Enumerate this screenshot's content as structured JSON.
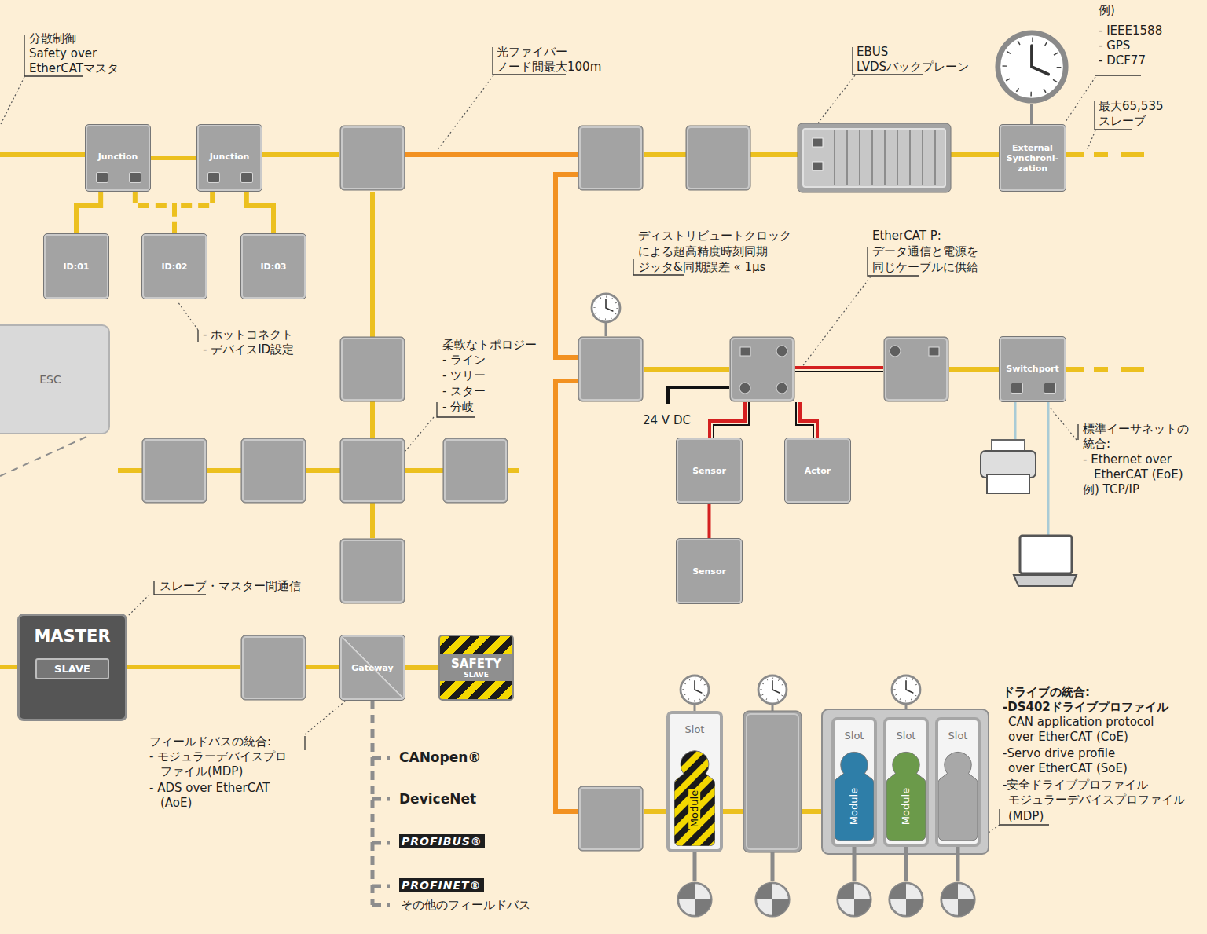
{
  "diagram": {
    "nodes": [
      {
        "text": [
          "Junction"
        ]
      },
      {
        "text": [
          "Junction"
        ]
      },
      {
        "text": [
          "External Synchroni- zation"
        ]
      },
      {
        "text": [
          "ID:01"
        ]
      },
      {
        "text": [
          "ID:02"
        ]
      },
      {
        "text": [
          "ID:03"
        ]
      },
      {
        "text": [
          "ESC"
        ]
      },
      {
        "text": [
          "Sensor"
        ]
      },
      {
        "text": [
          "Actor"
        ]
      },
      {
        "text": [
          "Switchport"
        ]
      },
      {
        "text": [
          "Sensor"
        ]
      },
      {
        "text": [
          "MASTER"
        ]
      },
      {
        "text": [
          "SLAVE"
        ],
        "in": 11
      },
      {
        "text": [
          "Gateway"
        ]
      },
      {
        "text": [
          "SAFETY",
          "SLAVE"
        ]
      },
      {
        "text": [
          "Slot"
        ]
      },
      {
        "text": [
          "Module"
        ],
        "in": 15
      },
      {
        "text": [
          "Slot"
        ]
      },
      {
        "text": [
          "Module"
        ],
        "in": 17
      },
      {
        "text": [
          "Slot"
        ]
      },
      {
        "text": [
          "Module"
        ],
        "in": 19
      },
      {
        "text": [
          "Slot"
        ]
      }
    ],
    "edges": [
      {
        "from": 0,
        "to": 1,
        "arrow": "none"
      },
      {
        "from": 0,
        "to": 3,
        "arrow": "none"
      },
      {
        "from": 0,
        "to": 4,
        "arrow": "none"
      },
      {
        "from": 1,
        "to": 4,
        "arrow": "none"
      },
      {
        "from": 1,
        "to": 5,
        "arrow": "none"
      },
      {
        "from": 7,
        "to": 10,
        "arrow": "none"
      },
      {
        "from": 13,
        "to": 14,
        "arrow": "none"
      }
    ],
    "labels": [
      "分散制御",
      "Safety over",
      "EtherCATマスタ",
      "光ファイバー",
      "ノード間最大100m",
      "EBUS",
      "LVDSバックプレーン",
      "例)",
      "- IEEE1588",
      "- GPS",
      "- DCF77",
      "最大65,535",
      "スレーブ",
      "ディストリビュートクロック",
      "による超高精度時刻同期",
      "ジッタ&同期誤差 « 1μs",
      "EtherCAT P:",
      "データ通信と電源を",
      "同じケーブルに供給",
      "- ホットコネクト",
      "- デバイスID設定",
      "柔軟なトポロジー",
      "- ライン",
      "- ツリー",
      "- スター",
      "- 分岐",
      "24 V DC",
      "標準イーサネットの",
      "統合:",
      "- Ethernet over",
      "EtherCAT (EoE)",
      "例) TCP/IP",
      "スレーブ・マスター間通信",
      "フィールドバスの統合:",
      "- モジュラーデバイスプロ",
      "ファイル(MDP)",
      "- ADS over EtherCAT",
      "(AoE)",
      "CANopen®",
      "DeviceNet",
      "PROFIBUS®",
      "PROFINET®",
      "その他のフィールドバス",
      "ドライブの統合:",
      "-DS402ドライブプロファイル",
      "CAN application protocol",
      "over EtherCAT (CoE)",
      "-Servo drive profile",
      "over EtherCAT (SoE)",
      "-安全ドライブプロファイル",
      "モジュラーデバイスプロファイル",
      "(MDP)"
    ]
  }
}
